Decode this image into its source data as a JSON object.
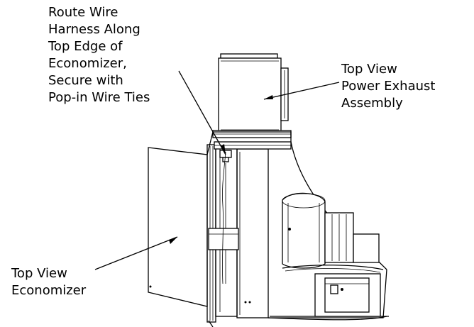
{
  "labels": {
    "route_wire": [
      "Route Wire",
      "Harness Along",
      "Top Edge of",
      "Economizer,",
      "Secure with",
      "Pop-in Wire Ties"
    ],
    "power_exhaust": [
      "Top View",
      "Power Exhaust",
      "Assembly"
    ],
    "economizer": [
      "Top View",
      "Economizer"
    ]
  },
  "colors": {
    "line": "#000000",
    "background": "#ffffff"
  }
}
